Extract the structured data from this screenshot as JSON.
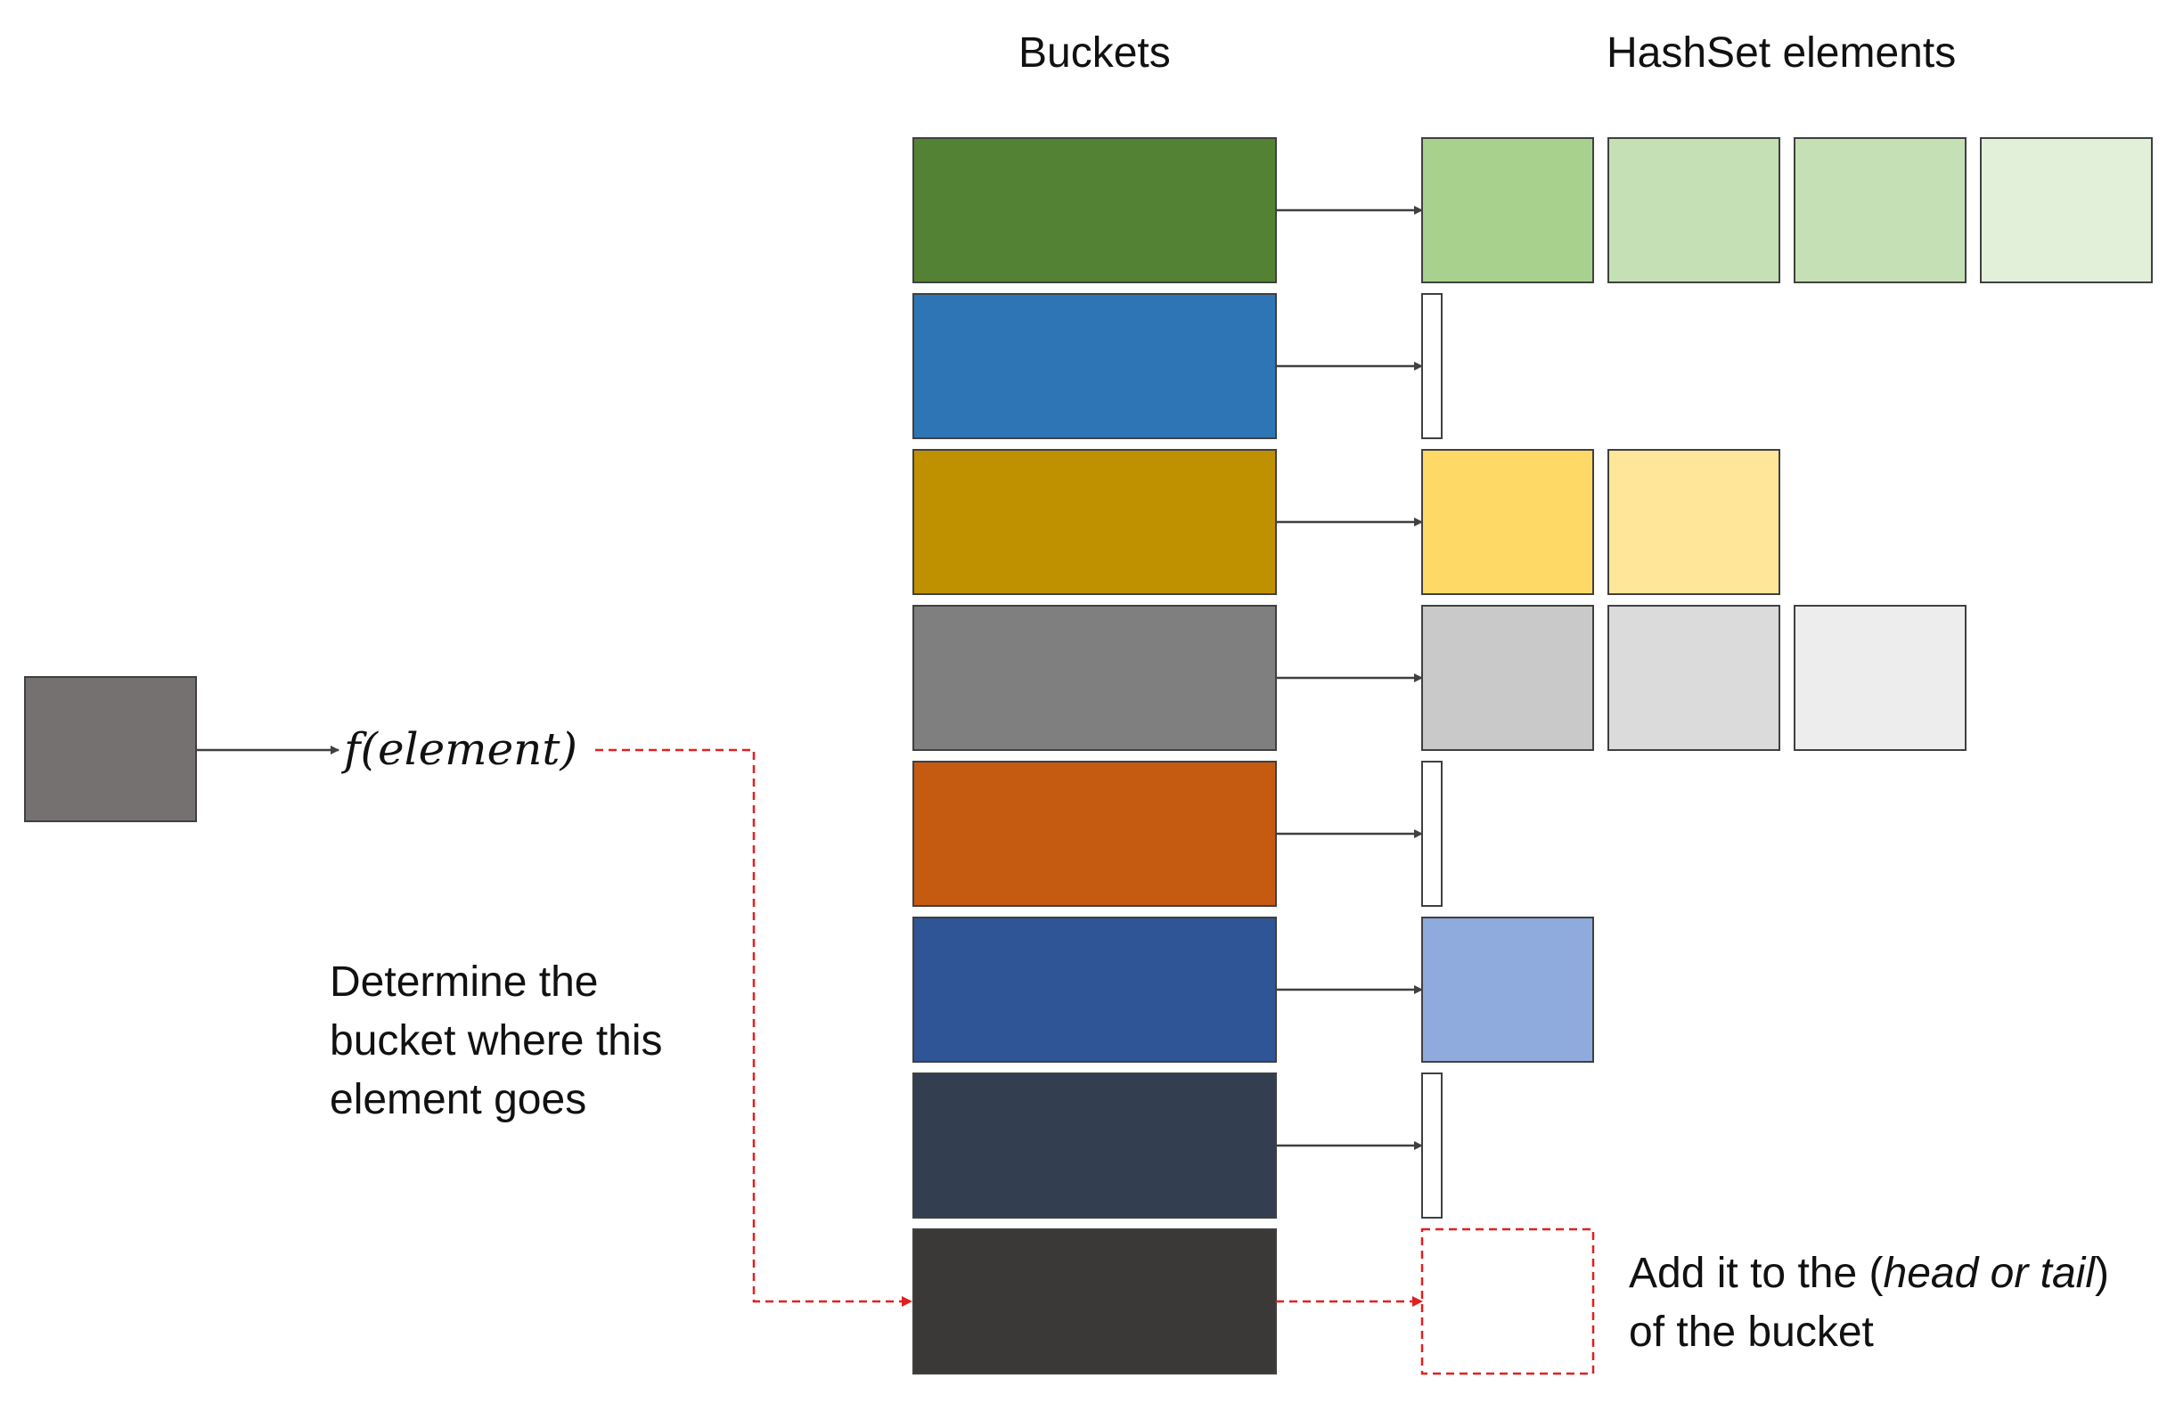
{
  "headers": {
    "buckets": "Buckets",
    "elements": "HashSet elements"
  },
  "function_label": "f(element)",
  "determine_note": [
    "Determine the",
    "bucket where this",
    "element goes"
  ],
  "add_note": {
    "line1_prefix": "Add it to the (",
    "line1_italic": "head or tail",
    "line1_suffix": ")",
    "line2": "of the bucket"
  },
  "input_color": "#767171",
  "highlight_color": "#e02020",
  "buckets": [
    {
      "color": "#548235",
      "elements": [
        "#a9d18e",
        "#c5e0b4",
        "#c5e0b4",
        "#e2f0d9"
      ]
    },
    {
      "color": "#2e75b6",
      "elements": []
    },
    {
      "color": "#bf9000",
      "elements": [
        "#ffd966",
        "#ffe699"
      ]
    },
    {
      "color": "#7f7f7f",
      "elements": [
        "#c9c9c9",
        "#dbdbdb",
        "#ededed"
      ]
    },
    {
      "color": "#c55a11",
      "elements": []
    },
    {
      "color": "#2f5597",
      "elements": [
        "#8faadc"
      ]
    },
    {
      "color": "#333f50",
      "elements": []
    },
    {
      "color": "#3b3838",
      "elements": [],
      "target": true
    }
  ]
}
